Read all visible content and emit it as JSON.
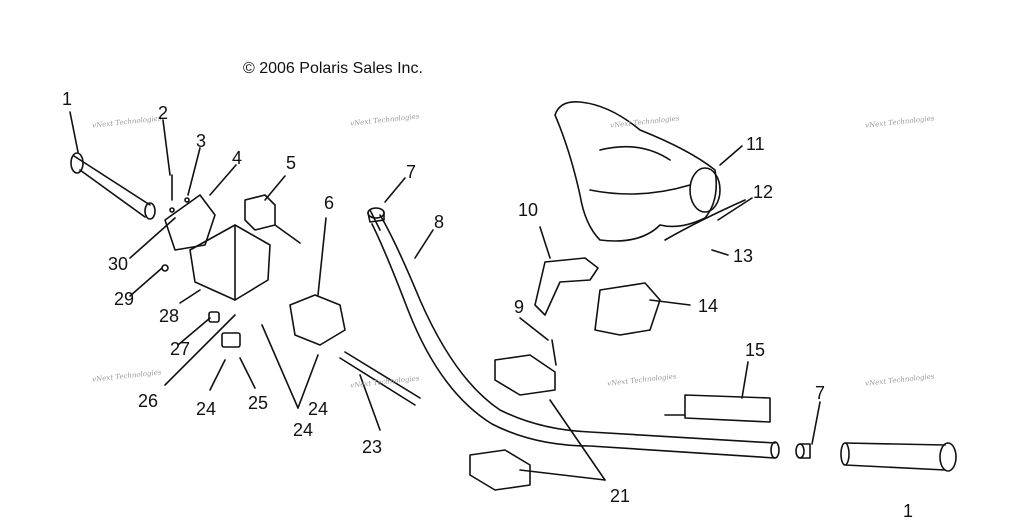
{
  "copyright": "© 2006 Polaris Sales Inc.",
  "watermark": "vNext Technologies",
  "callouts": [
    "1",
    "2",
    "3",
    "4",
    "5",
    "6",
    "7",
    "8",
    "9",
    "10",
    "11",
    "12",
    "13",
    "14",
    "15",
    "21",
    "23",
    "24",
    "25",
    "26",
    "27",
    "28",
    "29",
    "30",
    "7",
    "24",
    "24",
    "1"
  ]
}
